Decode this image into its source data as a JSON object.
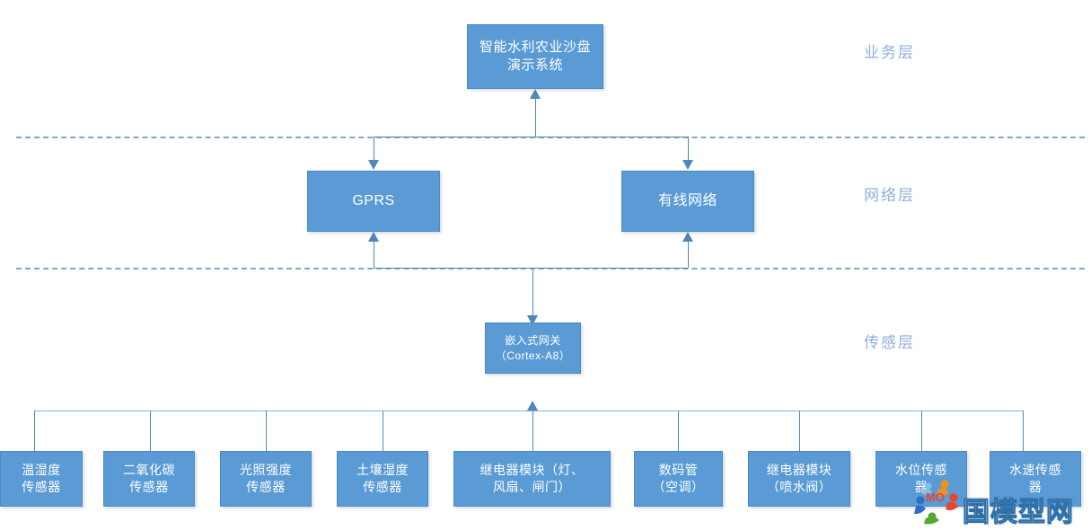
{
  "diagram": {
    "title_box": {
      "label": "智能水利农业沙盘\n演示系统"
    },
    "layers": [
      {
        "name": "business-layer",
        "label": "业务层"
      },
      {
        "name": "network-layer",
        "label": "网络层"
      },
      {
        "name": "sensing-layer",
        "label": "传感层"
      }
    ],
    "network_nodes": [
      {
        "name": "gprs",
        "label": "GPRS"
      },
      {
        "name": "wired-network",
        "label": "有线网络"
      }
    ],
    "gateway": {
      "label": "嵌入式网关\n（Cortex-A8）"
    },
    "sensors": [
      {
        "name": "temp-humidity-sensor",
        "label": "温湿度\n传感器"
      },
      {
        "name": "co2-sensor",
        "label": "二氧化碳\n传感器"
      },
      {
        "name": "light-intensity-sensor",
        "label": "光照强度\n传感器"
      },
      {
        "name": "soil-moisture-sensor",
        "label": "土壤湿度\n传感器"
      },
      {
        "name": "relay-module-lamp",
        "label": "继电器模块（灯、\n风扇、闸门）"
      },
      {
        "name": "digital-tube-ac",
        "label": "数码管\n（空调）"
      },
      {
        "name": "relay-module-valve",
        "label": "继电器模块\n（喷水阀）"
      },
      {
        "name": "water-level-sensor",
        "label": "水位传感\n器"
      },
      {
        "name": "water-speed-sensor",
        "label": "水速传感\n器"
      }
    ],
    "watermark": {
      "text": "国模型网",
      "mark": "MO"
    },
    "colors": {
      "box_fill": "#5B9BD5",
      "box_border": "#4A8AC4",
      "connector": "#4E87B8",
      "divider": "#7FA8C4",
      "layer_label": "#8FAEDB",
      "background": "#FFFFFF"
    }
  }
}
